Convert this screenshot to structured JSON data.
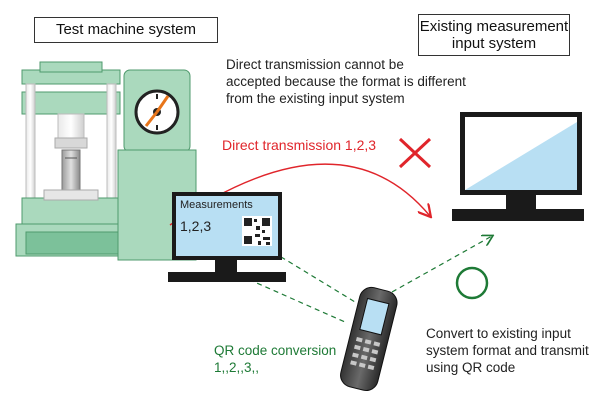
{
  "labels": {
    "test_system": "Test machine system",
    "existing_system_line1": "Existing measurement",
    "existing_system_line2": "input system"
  },
  "notes": {
    "format_line1": "Direct transmission cannot be",
    "format_line2": "accepted because the format is different",
    "format_line3": "from the existing input system",
    "direct_transmission": "Direct transmission 1,2,3",
    "qr_conversion": "QR code conversion",
    "qr_values": "1,,2,,3,,",
    "convert_line1": "Convert to existing input",
    "convert_line2": "system format and transmit",
    "convert_line3": "using QR code"
  },
  "pc_screen": {
    "title": "Measurements",
    "values": "1,2,3"
  },
  "colors": {
    "machine_green": "#aad9bd",
    "machine_dark": "#4f9a6d",
    "screen_blue": "#b8dff3",
    "red": "#e0252b",
    "green_line": "#1e7a36",
    "monitor": "#1a1a1a"
  }
}
